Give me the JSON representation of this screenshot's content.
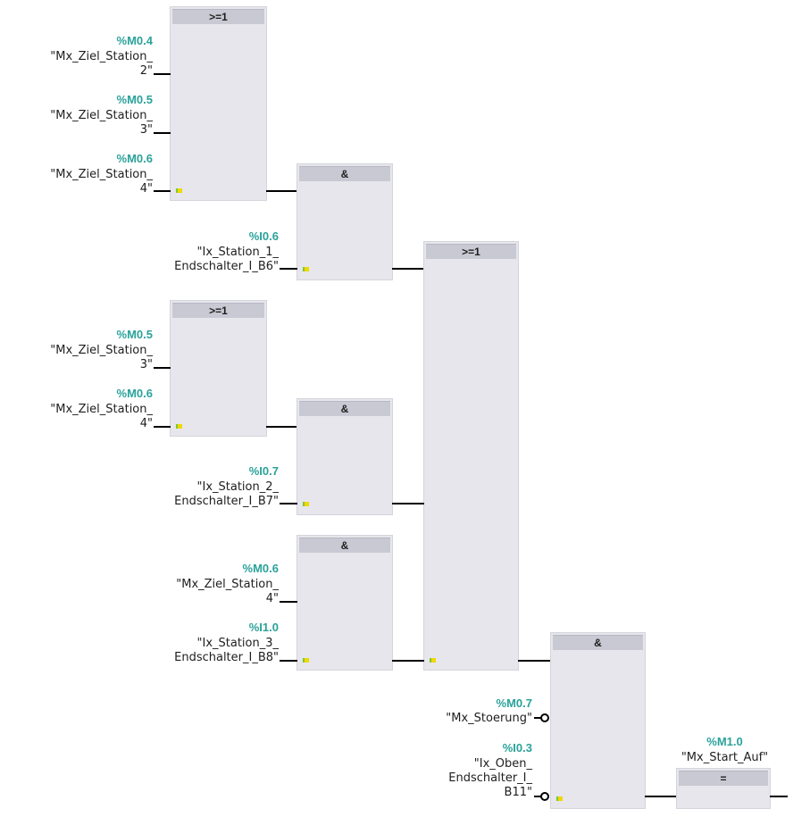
{
  "blocks": {
    "or1": "&gt;=1",
    "and1": "&amp;",
    "or_main": "&gt;=1",
    "or2": "&gt;=1",
    "and2": "&amp;",
    "and3": "&amp;",
    "and_final": "&amp;",
    "assign": "="
  },
  "operands": {
    "m04": {
      "addr": "%M0.4",
      "sym": "\"Mx_Ziel_Station_\n2\""
    },
    "m05a": {
      "addr": "%M0.5",
      "sym": "\"Mx_Ziel_Station_\n3\""
    },
    "m06a": {
      "addr": "%M0.6",
      "sym": "\"Mx_Ziel_Station_\n4\""
    },
    "i06": {
      "addr": "%I0.6",
      "sym": "\"Ix_Station_1_\nEndschalter_I_B6\""
    },
    "m05b": {
      "addr": "%M0.5",
      "sym": "\"Mx_Ziel_Station_\n3\""
    },
    "m06b": {
      "addr": "%M0.6",
      "sym": "\"Mx_Ziel_Station_\n4\""
    },
    "i07": {
      "addr": "%I0.7",
      "sym": "\"Ix_Station_2_\nEndschalter_I_B7\""
    },
    "m06c": {
      "addr": "%M0.6",
      "sym": "\"Mx_Ziel_Station_\n4\""
    },
    "i10": {
      "addr": "%I1.0",
      "sym": "\"Ix_Station_3_\nEndschalter_I_B8\""
    },
    "m07": {
      "addr": "%M0.7",
      "sym": "\"Mx_Stoerung\""
    },
    "i03": {
      "addr": "%I0.3",
      "sym": "\"Ix_Oben_\nEndschalter_I_\nB11\""
    },
    "m10": {
      "addr": "%M1.0",
      "sym": "\"Mx_Start_Auf\""
    }
  }
}
